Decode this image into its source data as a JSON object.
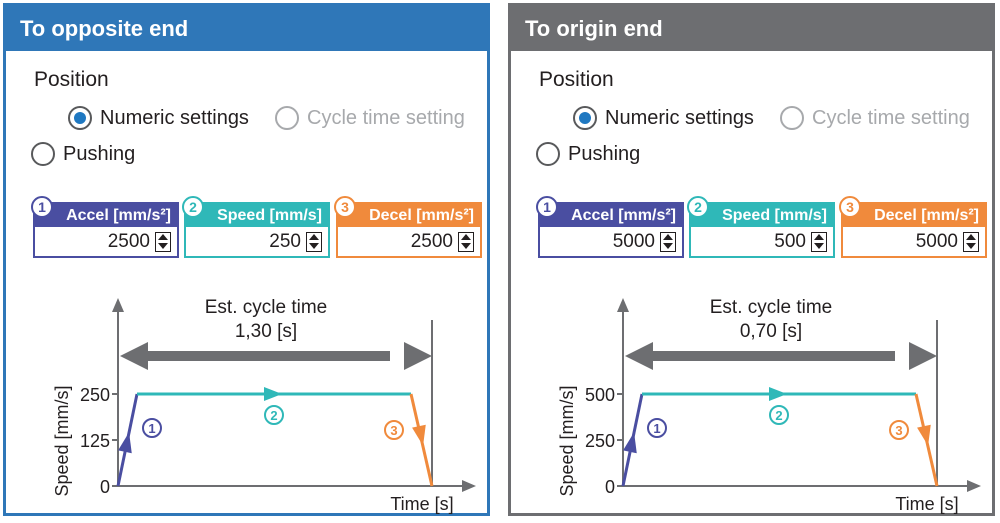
{
  "panels": [
    {
      "title": "To opposite end",
      "position_label": "Position",
      "radio_numeric": "Numeric settings",
      "radio_cycle": "Cycle time setting",
      "radio_pushing": "Pushing",
      "selected": "numeric",
      "accel": {
        "badge": "1",
        "label": "Accel [mm/s²]",
        "value": "2500"
      },
      "speed": {
        "badge": "2",
        "label": "Speed [mm/s]",
        "value": "250"
      },
      "decel": {
        "badge": "3",
        "label": "Decel [mm/s²]",
        "value": "2500"
      },
      "graph": {
        "cycle_label": "Est. cycle time",
        "cycle_value": "1,30 [s]",
        "ylabel": "Speed [mm/s]",
        "xlabel": "Time [s]",
        "yticks": [
          "0",
          "125",
          "250"
        ],
        "marker_1": "1",
        "marker_2": "2",
        "marker_3": "3"
      }
    },
    {
      "title": "To origin end",
      "position_label": "Position",
      "radio_numeric": "Numeric settings",
      "radio_cycle": "Cycle time setting",
      "radio_pushing": "Pushing",
      "selected": "numeric",
      "accel": {
        "badge": "1",
        "label": "Accel [mm/s²]",
        "value": "5000"
      },
      "speed": {
        "badge": "2",
        "label": "Speed [mm/s]",
        "value": "500"
      },
      "decel": {
        "badge": "3",
        "label": "Decel [mm/s²]",
        "value": "5000"
      },
      "graph": {
        "cycle_label": "Est. cycle time",
        "cycle_value": "0,70 [s]",
        "ylabel": "Speed [mm/s]",
        "xlabel": "Time [s]",
        "yticks": [
          "0",
          "250",
          "500"
        ],
        "marker_1": "1",
        "marker_2": "2",
        "marker_3": "3"
      }
    }
  ],
  "colors": {
    "panel_left": "#2f77b8",
    "panel_right": "#6d6e71",
    "accel": "#4a4ea1",
    "speed": "#2fb8b8",
    "decel": "#f08a3c",
    "radio_selected": "#1f78c1",
    "cycle_arrow": "#6d6e71"
  }
}
